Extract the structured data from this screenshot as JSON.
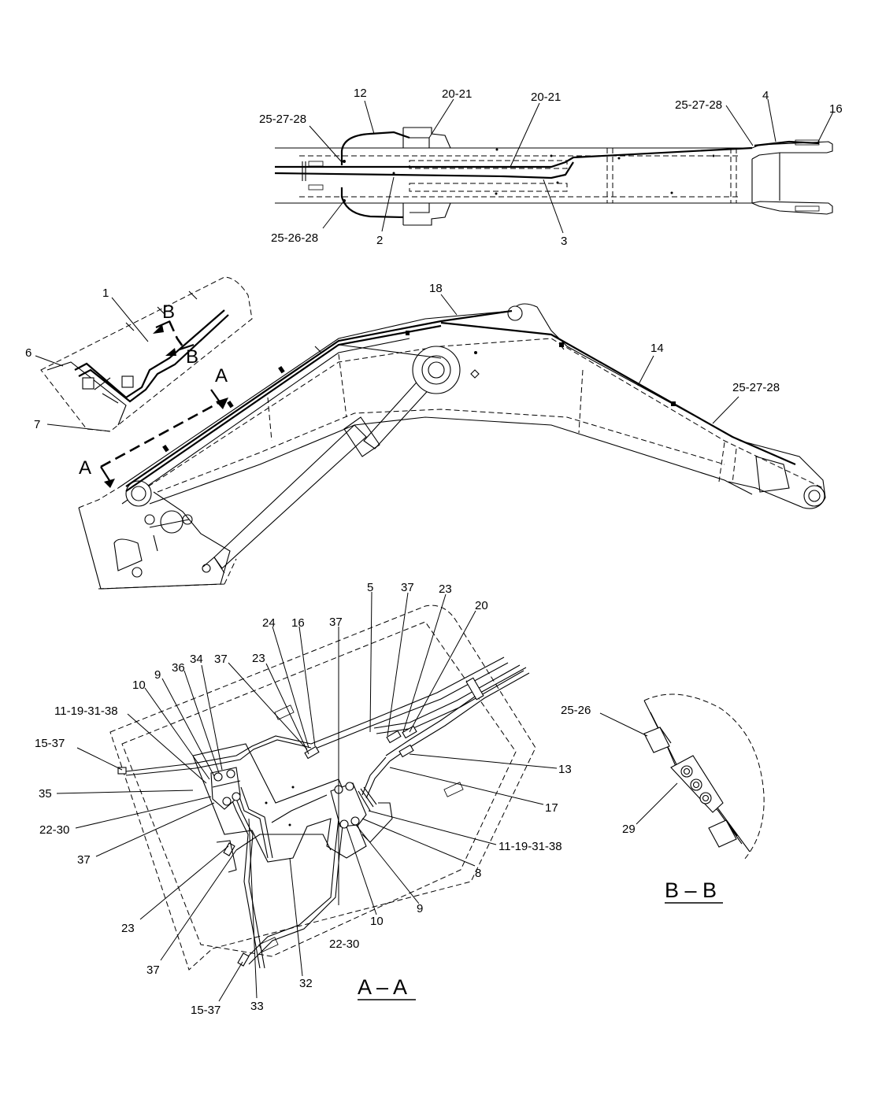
{
  "top_view": {
    "callouts": {
      "c12": "12",
      "c20_21_a": "20-21",
      "c20_21_b": "20-21",
      "c25_27_28_left": "25-27-28",
      "c25_27_28_right": "25-27-28",
      "c4": "4",
      "c16": "16",
      "c25_26_28": "25-26-28",
      "c2": "2",
      "c3": "3"
    }
  },
  "side_view": {
    "callouts": {
      "c1": "1",
      "c6": "6",
      "c7": "7",
      "c18": "18",
      "c14": "14",
      "c25_27_28": "25-27-28"
    },
    "section_markers": {
      "a_top": "A",
      "a_bottom": "A",
      "b_top": "B",
      "b_bottom": "B"
    }
  },
  "section_aa": {
    "title": "A – A",
    "callouts": {
      "c5": "5",
      "c37_top": "37",
      "c23_top": "23",
      "c20": "20",
      "c24": "24",
      "c16": "16",
      "c37_mid": "37",
      "c37_left": "37",
      "c23_left": "23",
      "c34": "34",
      "c36": "36",
      "c9_left": "9",
      "c10_left": "10",
      "c11_19_31_38_left": "11-19-31-38",
      "c15_37_top": "15-37",
      "c35": "35",
      "c22_30_left": "22-30",
      "c37_lower": "37",
      "c13": "13",
      "c17": "17",
      "c11_19_31_38_right": "11-19-31-38",
      "c8": "8",
      "c9_right": "9",
      "c10_right": "10",
      "c22_30_bottom": "22-30",
      "c23_bottom": "23",
      "c37_bottom": "37",
      "c32": "32",
      "c33": "33",
      "c15_37_bottom": "15-37"
    }
  },
  "section_bb": {
    "title": "B – B",
    "callouts": {
      "c25_26": "25-26",
      "c29": "29"
    }
  }
}
